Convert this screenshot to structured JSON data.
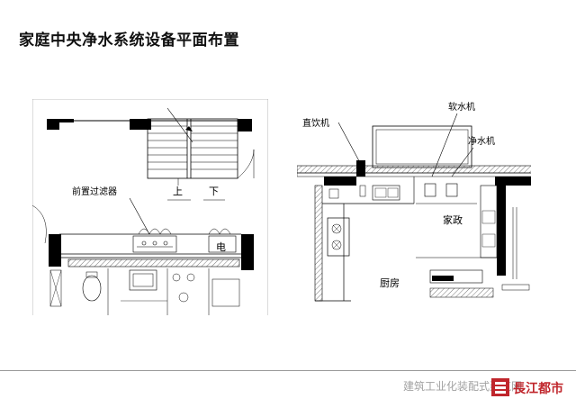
{
  "title": "家庭中央净水系统设备平面布置",
  "left_plan": {
    "label_prefilter": "前置过滤器",
    "stair_up": "上",
    "stair_down": "下",
    "counter_char": "电"
  },
  "right_plan": {
    "label_drinking": "直饮机",
    "label_softener": "软水机",
    "label_purifier": "净水机",
    "label_laundry": "家政",
    "label_kitchen": "厨房"
  },
  "watermark": {
    "text": "建筑工业化装配式建筑网",
    "logo_text": "長江都市"
  },
  "colors": {
    "wall": "#000000",
    "logo_red": "#c0262c",
    "hatch": "#555555"
  }
}
